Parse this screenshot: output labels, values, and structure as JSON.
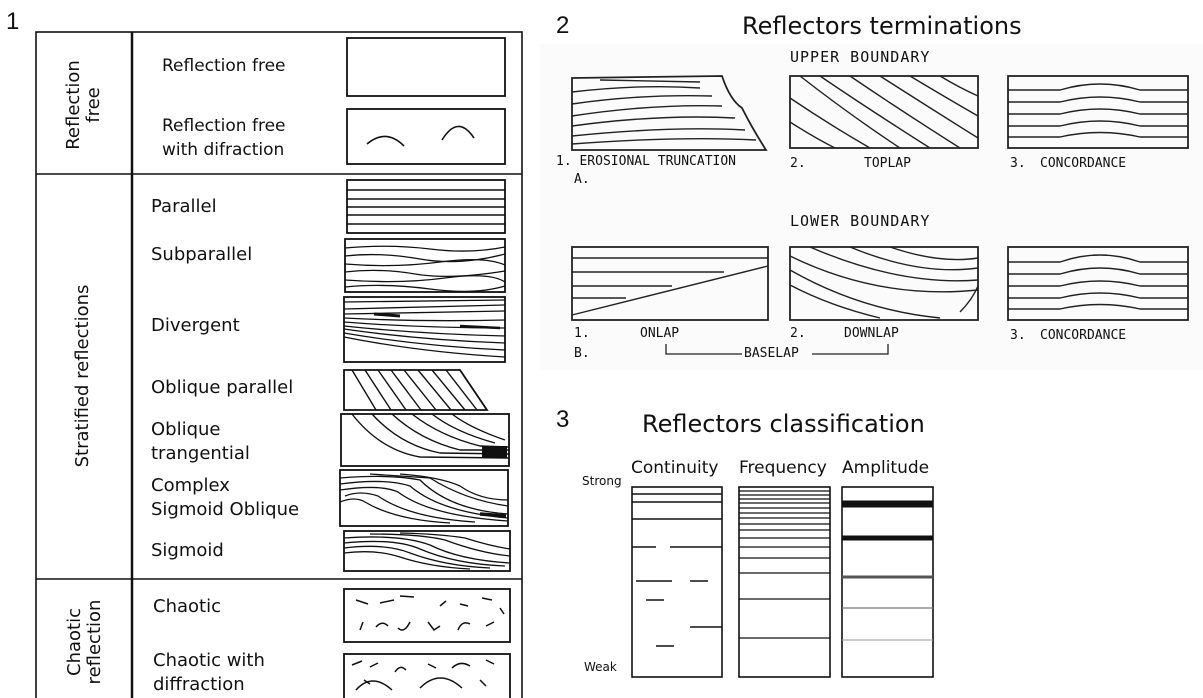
{
  "panel1": {
    "number": "1",
    "groups": [
      {
        "label_lines": [
          "Reflection",
          "free"
        ]
      },
      {
        "label_lines": [
          "Stratified reflections"
        ]
      },
      {
        "label_lines": [
          "Chaotic",
          "reflection"
        ]
      }
    ],
    "rows": [
      {
        "label_lines": [
          "Reflection free"
        ]
      },
      {
        "label_lines": [
          "Reflection free",
          "with difraction"
        ]
      },
      {
        "label_lines": [
          "Parallel"
        ]
      },
      {
        "label_lines": [
          "Subparallel"
        ]
      },
      {
        "label_lines": [
          "Divergent"
        ]
      },
      {
        "label_lines": [
          "Oblique parallel"
        ]
      },
      {
        "label_lines": [
          "Oblique",
          "trangential"
        ]
      },
      {
        "label_lines": [
          "Complex",
          "Sigmoid Oblique"
        ]
      },
      {
        "label_lines": [
          "Sigmoid"
        ]
      },
      {
        "label_lines": [
          "Chaotic"
        ]
      },
      {
        "label_lines": [
          "Chaotic with",
          "diffraction"
        ]
      }
    ]
  },
  "panel2": {
    "number": "2",
    "title": "Reflectors terminations",
    "upper_heading": "UPPER BOUNDARY",
    "lower_heading": "LOWER BOUNDARY",
    "upper_labels": [
      "1. EROSIONAL TRUNCATION",
      "2.",
      "TOPLAP",
      "3.",
      "CONCORDANCE"
    ],
    "upper_letter": "A.",
    "lower_labels": [
      "1.",
      "ONLAP",
      "2.",
      "DOWNLAP",
      "3.",
      "CONCORDANCE"
    ],
    "lower_letter": "B.",
    "baselap": "BASELAP"
  },
  "panel3": {
    "number": "3",
    "title": "Reflectors classification",
    "columns": [
      "Continuity",
      "Frequency",
      "Amplitude"
    ],
    "scale_top": "Strong",
    "scale_bottom": "Weak"
  }
}
